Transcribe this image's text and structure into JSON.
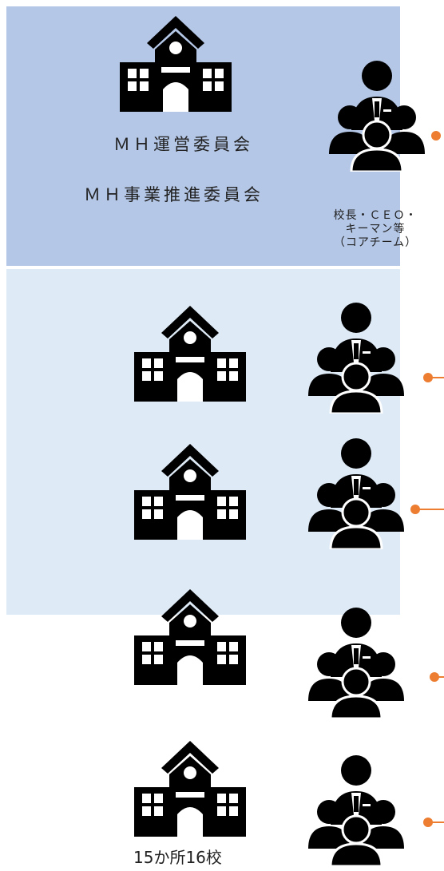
{
  "header": {
    "committee_1": "ＭＨ運営委員会",
    "committee_2": "ＭＨ事業推進委員会"
  },
  "core_team": {
    "line_1": "校長・ＣＥＯ・",
    "line_2": "キーマン等",
    "line_3": "（コアチーム）"
  },
  "footer": {
    "school_count": "15か所16校"
  },
  "icons": {
    "school": "school-building-icon",
    "group": "group-meeting-icon"
  },
  "colors": {
    "top_panel": "#b4c7e7",
    "bottom_panel": "#deebf7",
    "connector": "#ed7d31",
    "icon": "#000000"
  }
}
